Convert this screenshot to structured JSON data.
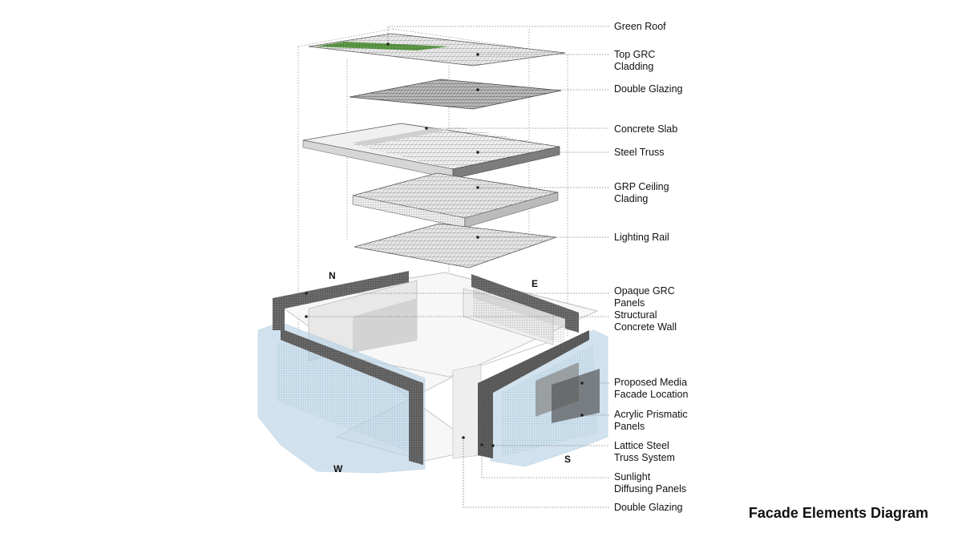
{
  "title": "Facade Elements Diagram",
  "compass": {
    "north": "N",
    "east": "E",
    "west": "W",
    "south": "S"
  },
  "labels": [
    {
      "id": "green-roof",
      "lines": [
        "Green Roof"
      ]
    },
    {
      "id": "top-grc-cladding",
      "lines": [
        "Top GRC",
        "Cladding"
      ]
    },
    {
      "id": "double-glazing-top",
      "lines": [
        "Double Glazing"
      ]
    },
    {
      "id": "concrete-slab",
      "lines": [
        "Concrete Slab"
      ]
    },
    {
      "id": "steel-truss",
      "lines": [
        "Steel Truss"
      ]
    },
    {
      "id": "grp-ceiling-clading",
      "lines": [
        "GRP Ceiling",
        "Clading"
      ]
    },
    {
      "id": "lighting-rail",
      "lines": [
        "Lighting Rail"
      ]
    },
    {
      "id": "opaque-grc-panels",
      "lines": [
        "Opaque GRC",
        "Panels"
      ]
    },
    {
      "id": "structural-concrete-wall",
      "lines": [
        "Structural",
        "Concrete Wall"
      ]
    },
    {
      "id": "proposed-media-facade",
      "lines": [
        "Proposed Media",
        "Facade Location"
      ]
    },
    {
      "id": "acrylic-prismatic-panels",
      "lines": [
        "Acrylic Prismatic",
        "Panels"
      ]
    },
    {
      "id": "lattice-steel-truss",
      "lines": [
        "Lattice Steel",
        "Truss System"
      ]
    },
    {
      "id": "sunlight-diffusing-panels",
      "lines": [
        "Sunlight",
        "Diffusing Panels"
      ]
    },
    {
      "id": "double-glazing-bottom",
      "lines": [
        "Double Glazing"
      ]
    }
  ],
  "colors": {
    "green_roof": "#5f9a48",
    "acrylic_blue": "#b9d3e6",
    "truss": "#6a6a6a",
    "leader": "#777777"
  }
}
